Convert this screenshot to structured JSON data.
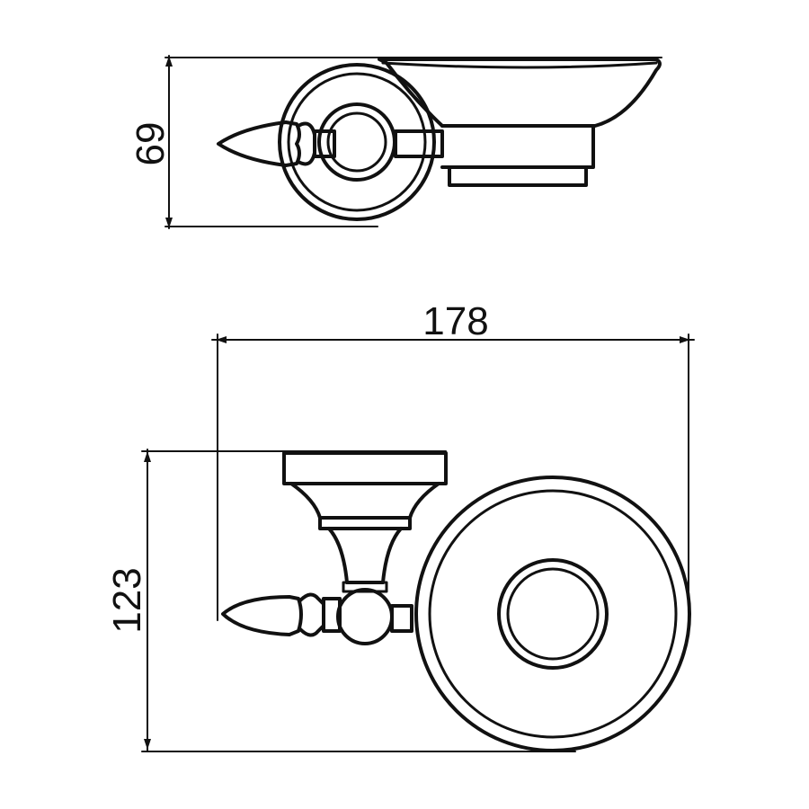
{
  "dimensions": {
    "depth": "69",
    "width": "178",
    "height": "123"
  }
}
